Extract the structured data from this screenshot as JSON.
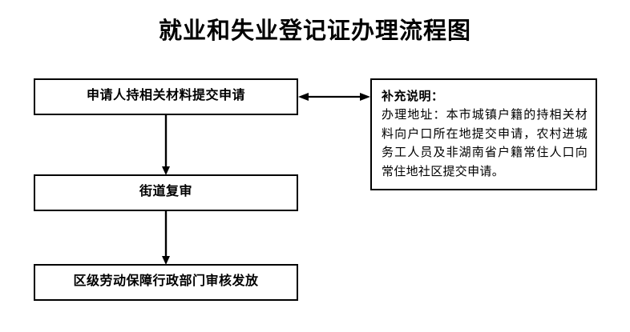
{
  "page": {
    "title": "就业和失业登记证办理流程图",
    "background_color": "#ffffff",
    "line_color": "#000000"
  },
  "flowchart": {
    "type": "flowchart",
    "orientation": "vertical",
    "nodes": [
      {
        "id": "apply",
        "label": "申请人持相关材料提交申请",
        "shape": "rectangle"
      },
      {
        "id": "review",
        "label": "街道复审",
        "shape": "rectangle"
      },
      {
        "id": "issue",
        "label": "区级劳动保障行政部门审核发放",
        "shape": "rectangle"
      }
    ],
    "connectors": [
      {
        "from": "apply",
        "to": "review",
        "arrow": "single",
        "direction": "down"
      },
      {
        "from": "review",
        "to": "issue",
        "arrow": "single",
        "direction": "down"
      },
      {
        "from": "apply",
        "to": "note",
        "arrow": "double",
        "direction": "horizontal"
      }
    ]
  },
  "note": {
    "id": "note",
    "title": "补充说明：",
    "body": "办理地址：本市城镇户籍的持相关材料向户口所在地提交申请，农村进城务工人员及非湖南省户籍常住人口向常住地社区提交申请。"
  }
}
